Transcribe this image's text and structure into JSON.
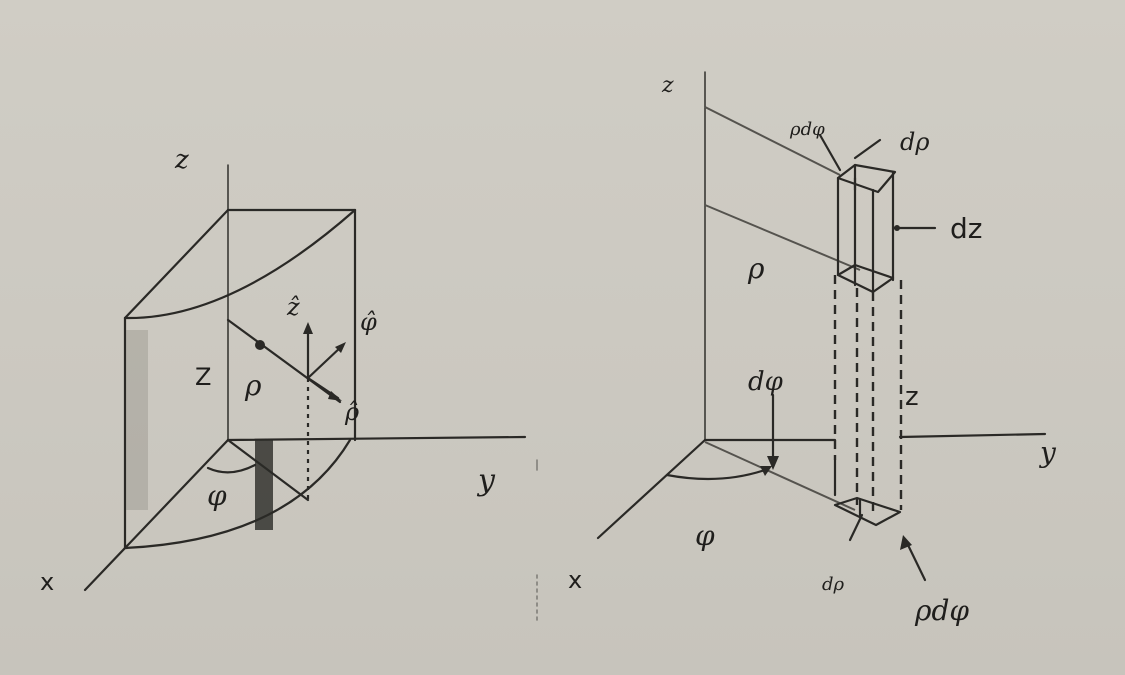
{
  "figure": {
    "description": "Cylindrical coordinate system: point with unit vectors (left) and differential volume element (right)",
    "paper_color": "#cfccc4",
    "ink_color": "#2a2926"
  },
  "left_panel": {
    "title": "cylindrical coordinates with unit vectors",
    "axes": {
      "x": "x",
      "y": "y",
      "z": "z"
    },
    "labels": {
      "height": "Z",
      "radius": "ρ",
      "angle": "φ",
      "unit_z": "ẑ",
      "unit_phi": "φ̂",
      "unit_rho": "ρ̂"
    }
  },
  "right_panel": {
    "title": "differential volume element",
    "axes": {
      "x": "x",
      "y": "y",
      "z": "z"
    },
    "labels": {
      "rho_dphi_top": "ρdφ",
      "drho_top": "dρ",
      "dz": "dz",
      "rho": "ρ",
      "dphi": "dφ",
      "phi": "φ",
      "height": "z",
      "drho_bottom": "dρ",
      "rho_dphi_bottom": "ρdφ"
    }
  }
}
